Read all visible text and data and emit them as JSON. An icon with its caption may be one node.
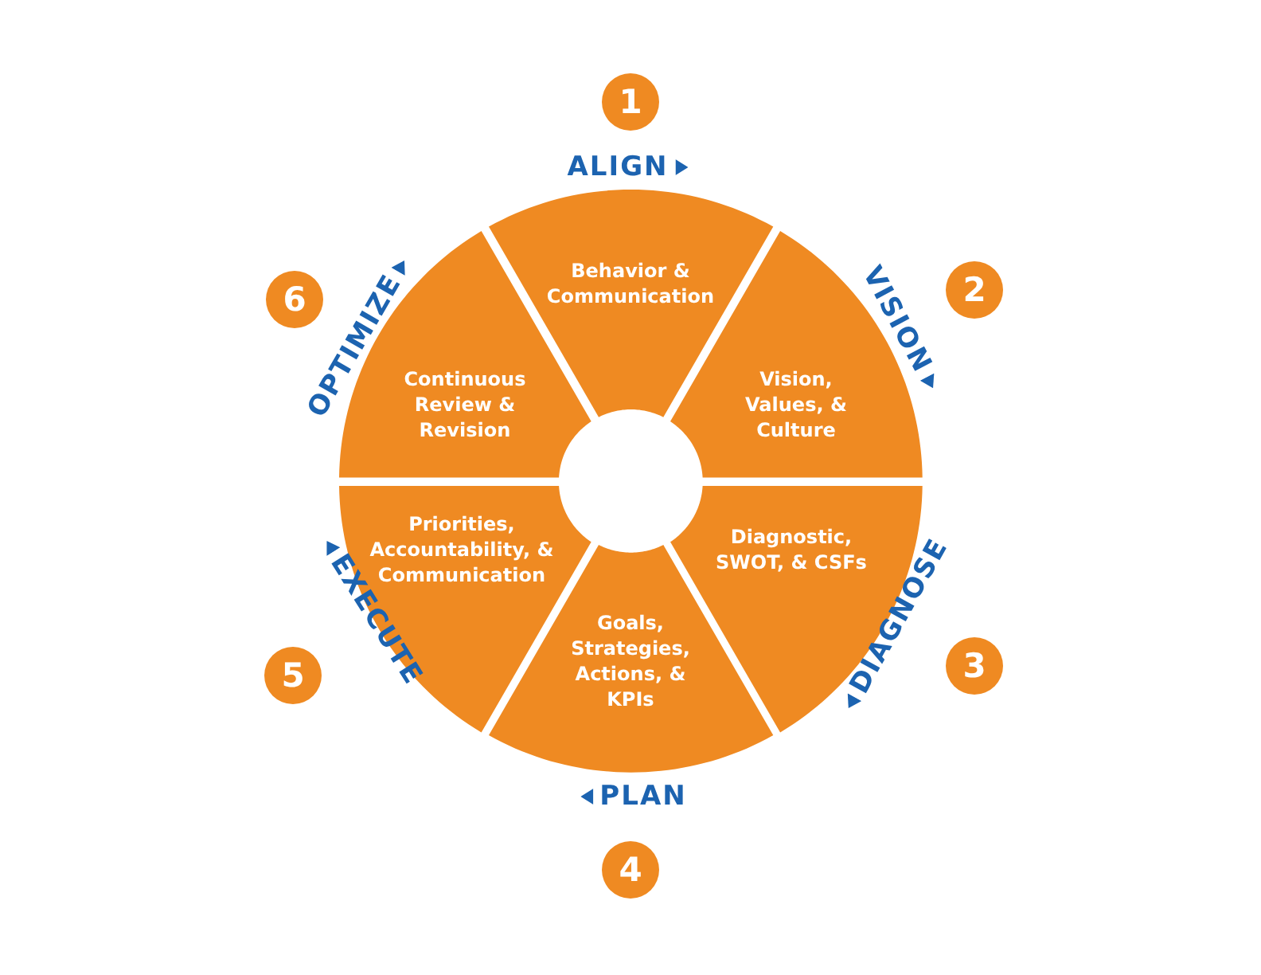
{
  "diagram": {
    "nodes": [
      {
        "text": [
          "Behavior & Communication"
        ]
      },
      {
        "text": [
          "Vision, Values, & Culture"
        ]
      },
      {
        "text": [
          "Diagnostic, SWOT, & CSFs"
        ]
      },
      {
        "text": [
          "Goals, Strategies, Actions, & KPIs"
        ]
      },
      {
        "text": [
          "Priorities, Accountability, & Communication"
        ]
      },
      {
        "text": [
          "Continuous Review & Revision"
        ]
      },
      {
        "text": [
          "1"
        ]
      },
      {
        "text": [
          "2"
        ]
      },
      {
        "text": [
          "3"
        ]
      },
      {
        "text": [
          "4"
        ]
      },
      {
        "text": [
          "5"
        ]
      },
      {
        "text": [
          "6"
        ]
      }
    ],
    "labels": [
      "ALIGN",
      "VISION",
      "OPTIMIZE",
      "EXECUTE",
      "DIAGNOSE",
      "PLAN"
    ]
  }
}
